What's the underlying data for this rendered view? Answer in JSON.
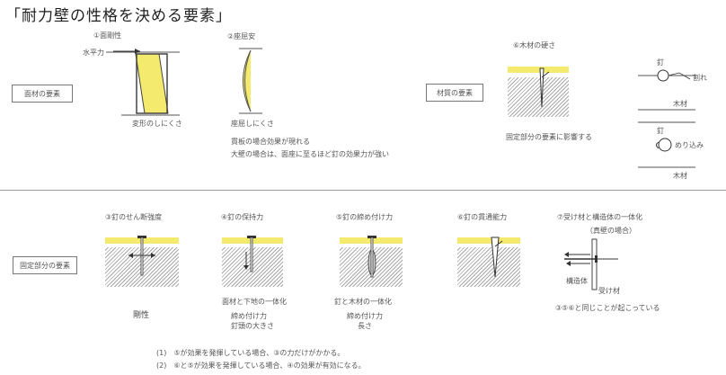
{
  "title": "「耐力壁の性格を決める要素」",
  "top": {
    "label_panel": "面材の要素",
    "rigidity": {
      "caption": "①面剛性",
      "force_label": "水平力",
      "note": "変形のしにくさ"
    },
    "buckling": {
      "caption": "②座屈安",
      "note": "座屈しにくさ",
      "desc_line1": "貫板の場合効果が現れる",
      "desc_line2": "大壁の場合は、面座に至るほど釘の効果力が強い"
    },
    "label_material": "材質の要素",
    "wood_hardness": {
      "caption": "⑥木材の硬さ",
      "note": "固定部分の要素に影響する"
    },
    "nail_diagram": {
      "nail_label_1": "釘",
      "effect_1": "割れ",
      "wood_label_1": "木材",
      "nail_label_2": "釘",
      "effect_2": "めり込み",
      "wood_label_2": "木材"
    }
  },
  "bottom": {
    "label_fixing": "固定部分の要素",
    "items": [
      {
        "caption": "③釘のせん断強度",
        "note1": "",
        "note2": "",
        "note3": "",
        "bottom": "剛性"
      },
      {
        "caption": "④釘の保持力",
        "note1": "面材と下地の一体化",
        "note2": "締め付け力",
        "note3": "釘頭の大きさ",
        "bottom": ""
      },
      {
        "caption": "⑤釘の締め付け力",
        "note1": "釘と木材の一体化",
        "note2": "締め付け力",
        "note3": "長さ",
        "bottom": ""
      },
      {
        "caption": "⑥釘の貫通能力",
        "note1": "",
        "note2": "",
        "note3": "",
        "bottom": ""
      }
    ],
    "frame": {
      "caption": "⑦受け材と構造体の一体化",
      "sub": "（真壁の場合）",
      "label_structure": "構造体",
      "label_receiver": "受け材",
      "note": "③⑤⑥と同じことが起こっている"
    },
    "footnote1": "(1)　⑤が効果を発揮している場合、③の力だけがかかる。",
    "footnote2": "(2)　⑥と⑤が効果を発揮している場合、④の効果が有効になる。"
  },
  "colors": {
    "yellow": "#f3ea6e",
    "hatch": "#a8a8a8"
  }
}
